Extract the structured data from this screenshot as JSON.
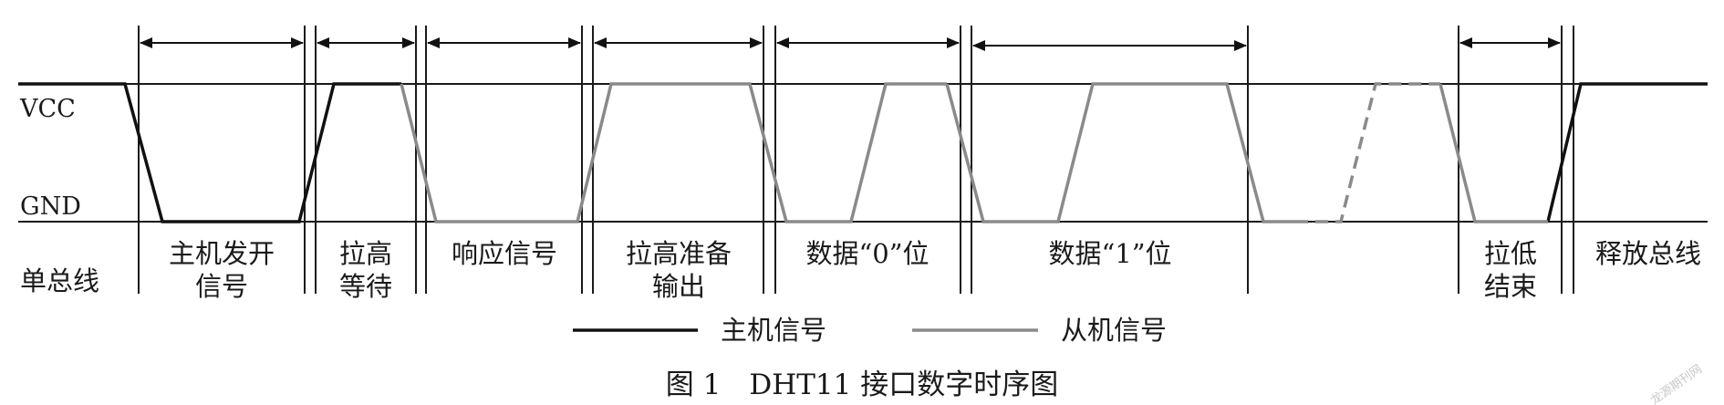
{
  "signal_labels": {
    "vcc": "VCC",
    "gnd": "GND",
    "bus": "单总线"
  },
  "segments": [
    {
      "id": "host-start",
      "lines": [
        "主机发开",
        "信号"
      ]
    },
    {
      "id": "pull-up-wait",
      "lines": [
        "拉高",
        "等待"
      ]
    },
    {
      "id": "response",
      "lines": [
        "响应信号"
      ]
    },
    {
      "id": "pull-up-ready",
      "lines": [
        "拉高准备",
        "输出"
      ]
    },
    {
      "id": "data-0",
      "lines": [
        "数据“0”位"
      ]
    },
    {
      "id": "data-1",
      "lines": [
        "数据“1”位"
      ]
    },
    {
      "id": "pull-low-end",
      "lines": [
        "拉低",
        "结束"
      ]
    },
    {
      "id": "release",
      "lines": [
        "释放总线"
      ]
    }
  ],
  "legend": {
    "host": "主机信号",
    "slave": "从机信号"
  },
  "caption": "图 1　DHT11 接口数字时序图",
  "watermark": "龙源期刊网",
  "colors": {
    "host": "#111111",
    "slave": "#8a8a8a"
  }
}
